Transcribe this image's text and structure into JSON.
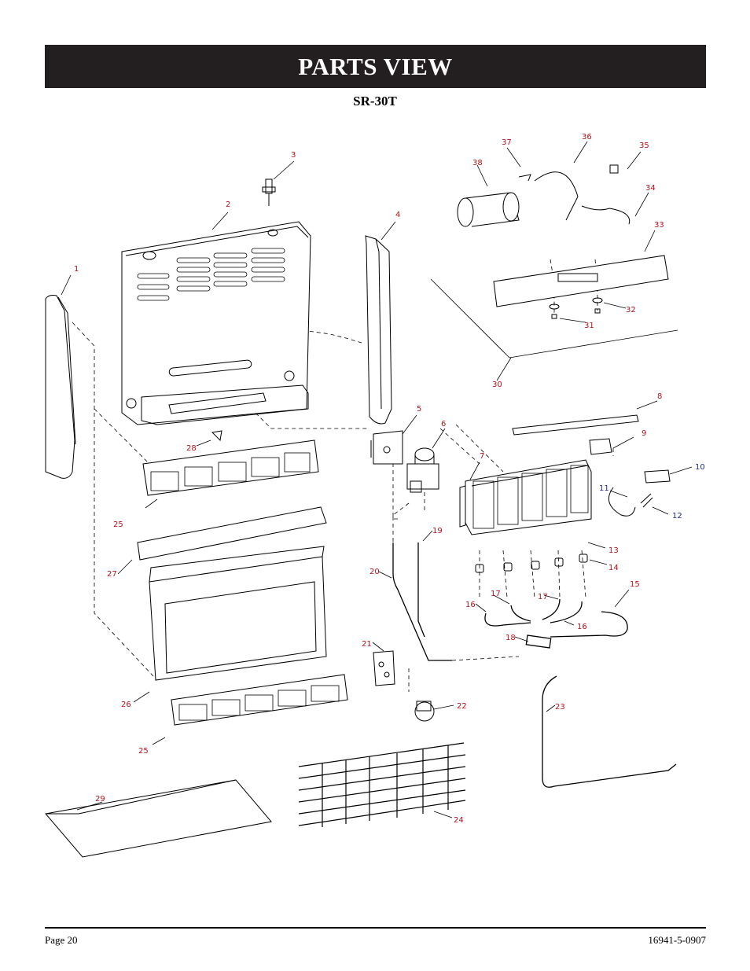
{
  "header": {
    "title": "PARTS VIEW",
    "model": "SR-30T"
  },
  "footer": {
    "page": "Page 20",
    "doc_number": "16941-5-0907"
  },
  "colors": {
    "title_bar": "#231f20",
    "callout_red": "#b5121b",
    "callout_blue": "#1f2a8c"
  },
  "callouts": {
    "c1": "1",
    "c2": "2",
    "c3": "3",
    "c4": "4",
    "c5": "5",
    "c6": "6",
    "c7": "7",
    "c8": "8",
    "c9": "9",
    "c10": "10",
    "c11": "11",
    "c12": "12",
    "c13": "13",
    "c14": "14",
    "c15": "15",
    "c16a": "16",
    "c16b": "16",
    "c17a": "17",
    "c17b": "17",
    "c18": "18",
    "c19": "19",
    "c20": "20",
    "c21": "21",
    "c22": "22",
    "c23": "23",
    "c24": "24",
    "c25a": "25",
    "c25b": "25",
    "c26": "26",
    "c27": "27",
    "c28": "28",
    "c29": "29",
    "c30": "30",
    "c31": "31",
    "c32": "32",
    "c33": "33",
    "c34": "34",
    "c35": "35",
    "c36": "36",
    "c37": "37",
    "c38": "38"
  }
}
